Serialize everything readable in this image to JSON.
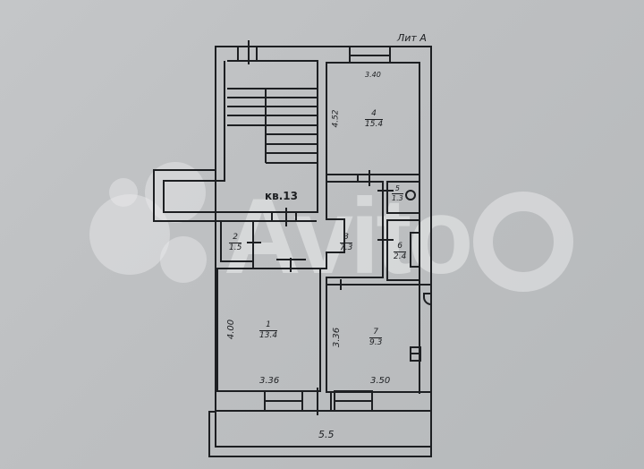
{
  "plan": {
    "title": "Лит А",
    "apartment_label": "кв.13",
    "rooms": [
      {
        "number": "1",
        "area": "13.4"
      },
      {
        "number": "2",
        "area": "1.5"
      },
      {
        "number": "3",
        "area": "7.3"
      },
      {
        "number": "4",
        "area": "15.4"
      },
      {
        "number": "5",
        "area": "1.3"
      },
      {
        "number": "6",
        "area": "2.4"
      },
      {
        "number": "7",
        "area": "9.3"
      }
    ],
    "dimensions": {
      "room4_width": "3.40",
      "room4_length": "4.52",
      "room1_length": "4.00",
      "room1_width": "3.36",
      "room7_length": "3.36",
      "room7_width": "3.50",
      "balcony": "5.5"
    }
  },
  "watermark": {
    "text": "Avito"
  },
  "colors": {
    "background": "#bec0c2",
    "line": "#1d1f22"
  }
}
